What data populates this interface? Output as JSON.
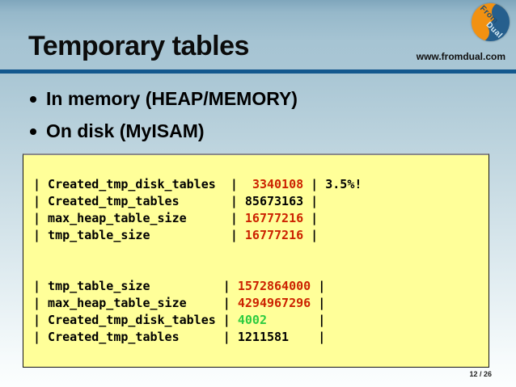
{
  "header": {
    "title": "Temporary tables",
    "website": "www.fromdual.com",
    "logo": {
      "word1": "From",
      "word2": "Dual"
    }
  },
  "bullets": [
    "In memory (HEAP/MEMORY)",
    "On disk (MyISAM)"
  ],
  "code_box": {
    "block1": [
      {
        "pre": "| Created_tmp_disk_tables  |  ",
        "value": "3340108",
        "color": "red",
        "post": " | 3.5%!"
      },
      {
        "pre": "| Created_tmp_tables       | ",
        "value": "85673163",
        "color": "black",
        "post": " |"
      },
      {
        "pre": "| max_heap_table_size      | ",
        "value": "16777216",
        "color": "red",
        "post": " |"
      },
      {
        "pre": "| tmp_table_size           | ",
        "value": "16777216",
        "color": "red",
        "post": " |"
      }
    ],
    "block2": [
      {
        "pre": "| tmp_table_size          | ",
        "value": "1572864000",
        "color": "red",
        "post": " |"
      },
      {
        "pre": "| max_heap_table_size     | ",
        "value": "4294967296",
        "color": "red",
        "post": " |"
      },
      {
        "pre": "| Created_tmp_disk_tables | ",
        "value": "4002",
        "color": "green",
        "post": "       |"
      },
      {
        "pre": "| Created_tmp_tables      | ",
        "value": "1211581",
        "color": "black",
        "post": "    |"
      }
    ]
  },
  "footer": {
    "page": "12 / 26"
  },
  "colors": {
    "value_red": "#cc2200",
    "value_green": "#2ecc40",
    "value_black": "#000000",
    "box_background": "#ffff99",
    "rule_blue": "#14588e",
    "header_blue": "#a6c4d3",
    "logo_orange": "#f29111",
    "logo_blue": "#265f8d"
  }
}
